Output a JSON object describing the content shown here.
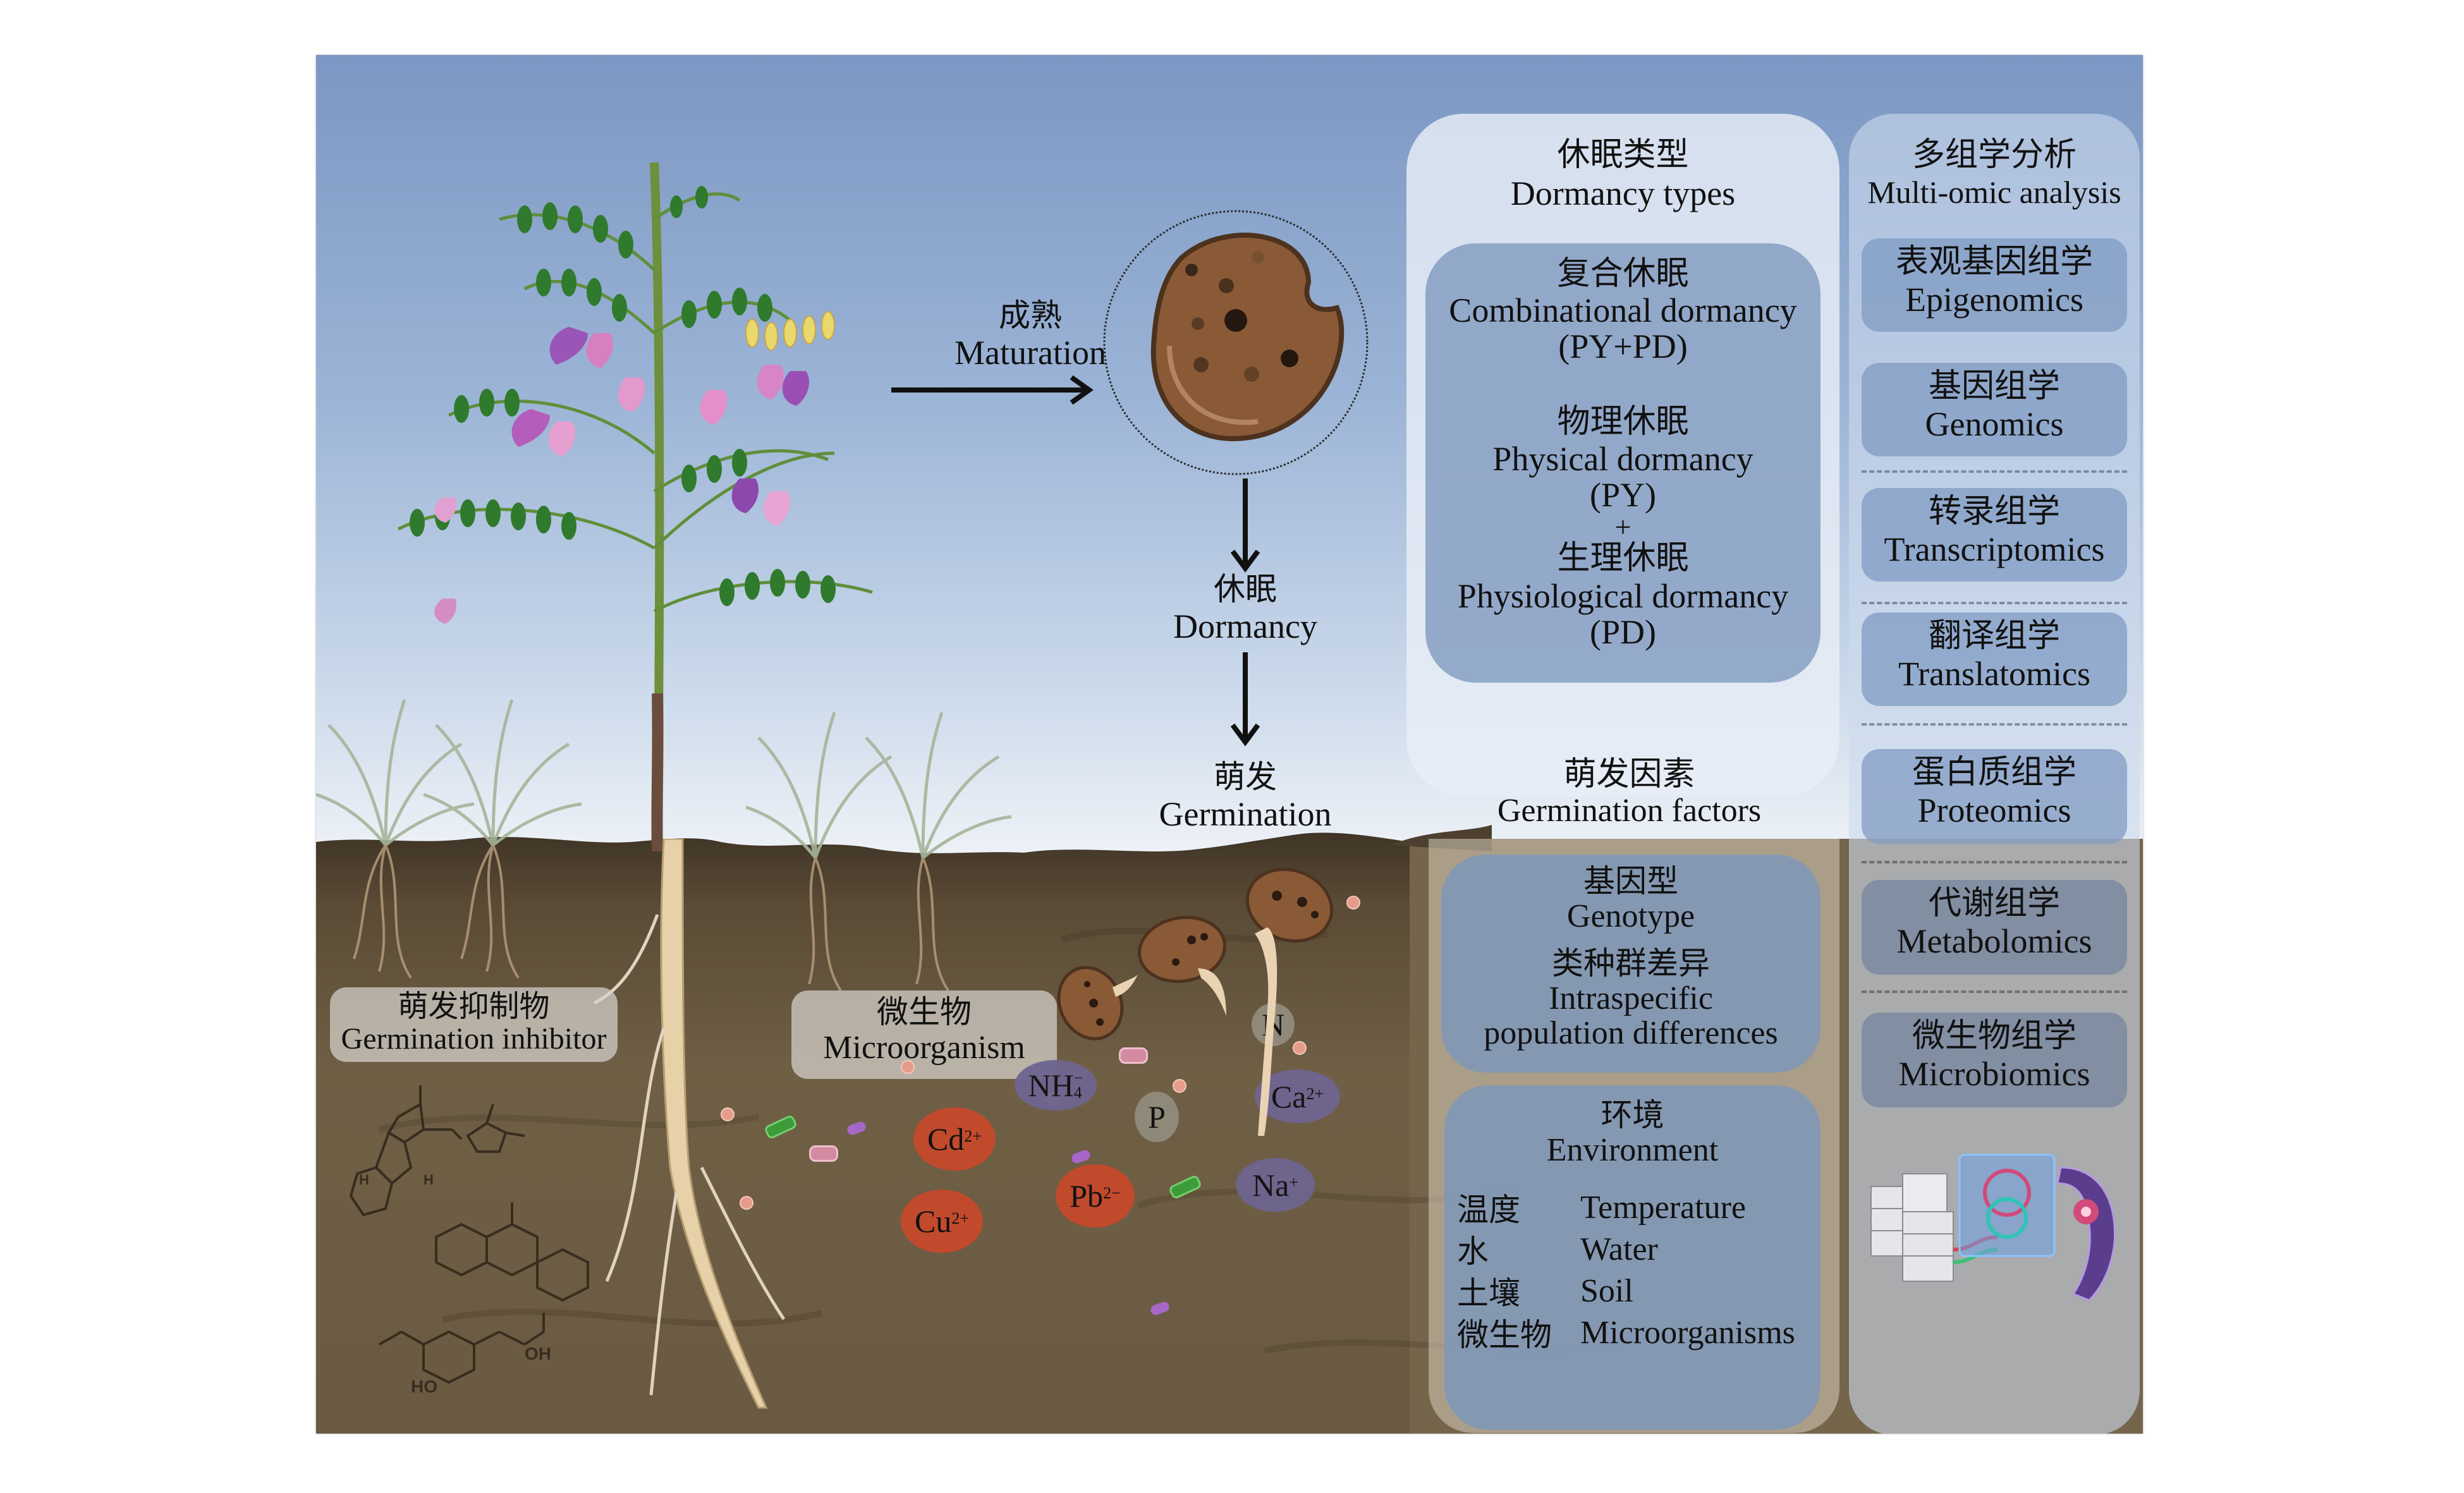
{
  "figure": {
    "flow": {
      "maturation": {
        "cn": "成熟",
        "en": "Maturation"
      },
      "dormancy": {
        "cn": "休眠",
        "en": "Dormancy"
      },
      "germination": {
        "cn": "萌发",
        "en": "Germination"
      }
    },
    "dormancy_types": {
      "title_cn": "休眠类型",
      "title_en": "Dormancy types",
      "combinational": {
        "cn": "复合休眠",
        "en": "Combinational dormancy",
        "abbr": "(PY+PD)"
      },
      "physical": {
        "cn": "物理休眠",
        "en": "Physical dormancy",
        "abbr": "(PY)"
      },
      "plus": "+",
      "physiological": {
        "cn": "生理休眠",
        "en": "Physiological dormancy",
        "abbr": "(PD)"
      }
    },
    "germination_factors": {
      "title_cn": "萌发因素",
      "title_en": "Germination factors",
      "genotype": {
        "title_cn": "基因型",
        "title_en": "Genotype",
        "sub_cn": "类种群差异",
        "sub_en_1": "Intraspecific",
        "sub_en_2": "population differences"
      },
      "environment": {
        "title_cn": "环境",
        "title_en": "Environment",
        "items": [
          {
            "cn": "温度",
            "en": "Temperature"
          },
          {
            "cn": "水",
            "en": "Water"
          },
          {
            "cn": "土壤",
            "en": "Soil"
          },
          {
            "cn": "微生物",
            "en": "Microorganisms"
          }
        ]
      }
    },
    "multi_omic": {
      "title_cn": "多组学分析",
      "title_en": "Multi-omic analysis",
      "items": [
        {
          "cn": "表观基因组学",
          "en": "Epigenomics"
        },
        {
          "cn": "基因组学",
          "en": "Genomics"
        },
        {
          "cn": "转录组学",
          "en": "Transcriptomics"
        },
        {
          "cn": "翻译组学",
          "en": "Translatomics"
        },
        {
          "cn": "蛋白质组学",
          "en": "Proteomics"
        },
        {
          "cn": "代谢组学",
          "en": "Metabolomics"
        },
        {
          "cn": "微生物组学",
          "en": "Microbiomics"
        }
      ]
    },
    "soil_labels": {
      "inhibitor": {
        "cn": "萌发抑制物",
        "en": "Germination inhibitor"
      },
      "microorganism": {
        "cn": "微生物",
        "en": "Microorganism"
      }
    },
    "chem_labels": {
      "oh": "OH",
      "ho": "HO",
      "h": "H"
    },
    "ions": [
      {
        "id": "n",
        "base": "N",
        "sup": "",
        "sub": "",
        "kind": "nutrient"
      },
      {
        "id": "nh4",
        "base": "NH",
        "sup": "−",
        "sub": "4",
        "kind": "cation"
      },
      {
        "id": "p",
        "base": "P",
        "sup": "",
        "sub": "",
        "kind": "nutrient"
      },
      {
        "id": "ca",
        "base": "Ca",
        "sup": "2+",
        "sub": "",
        "kind": "cation"
      },
      {
        "id": "cd",
        "base": "Cd",
        "sup": "2+",
        "sub": "",
        "kind": "heavy-metal"
      },
      {
        "id": "cu",
        "base": "Cu",
        "sup": "2+",
        "sub": "",
        "kind": "heavy-metal"
      },
      {
        "id": "pb",
        "base": "Pb",
        "sup": "2−",
        "sub": "",
        "kind": "heavy-metal"
      },
      {
        "id": "na",
        "base": "Na",
        "sup": "+",
        "sub": "",
        "kind": "cation"
      }
    ],
    "colors": {
      "sky_top": "#7b97c3",
      "soil": "#6f5f45",
      "heavy_metal_ion": "#c14a2c",
      "cation_ion": "#6e6590",
      "nutrient_ion": "#8f8979",
      "panel_blue": "#7e97be"
    }
  }
}
